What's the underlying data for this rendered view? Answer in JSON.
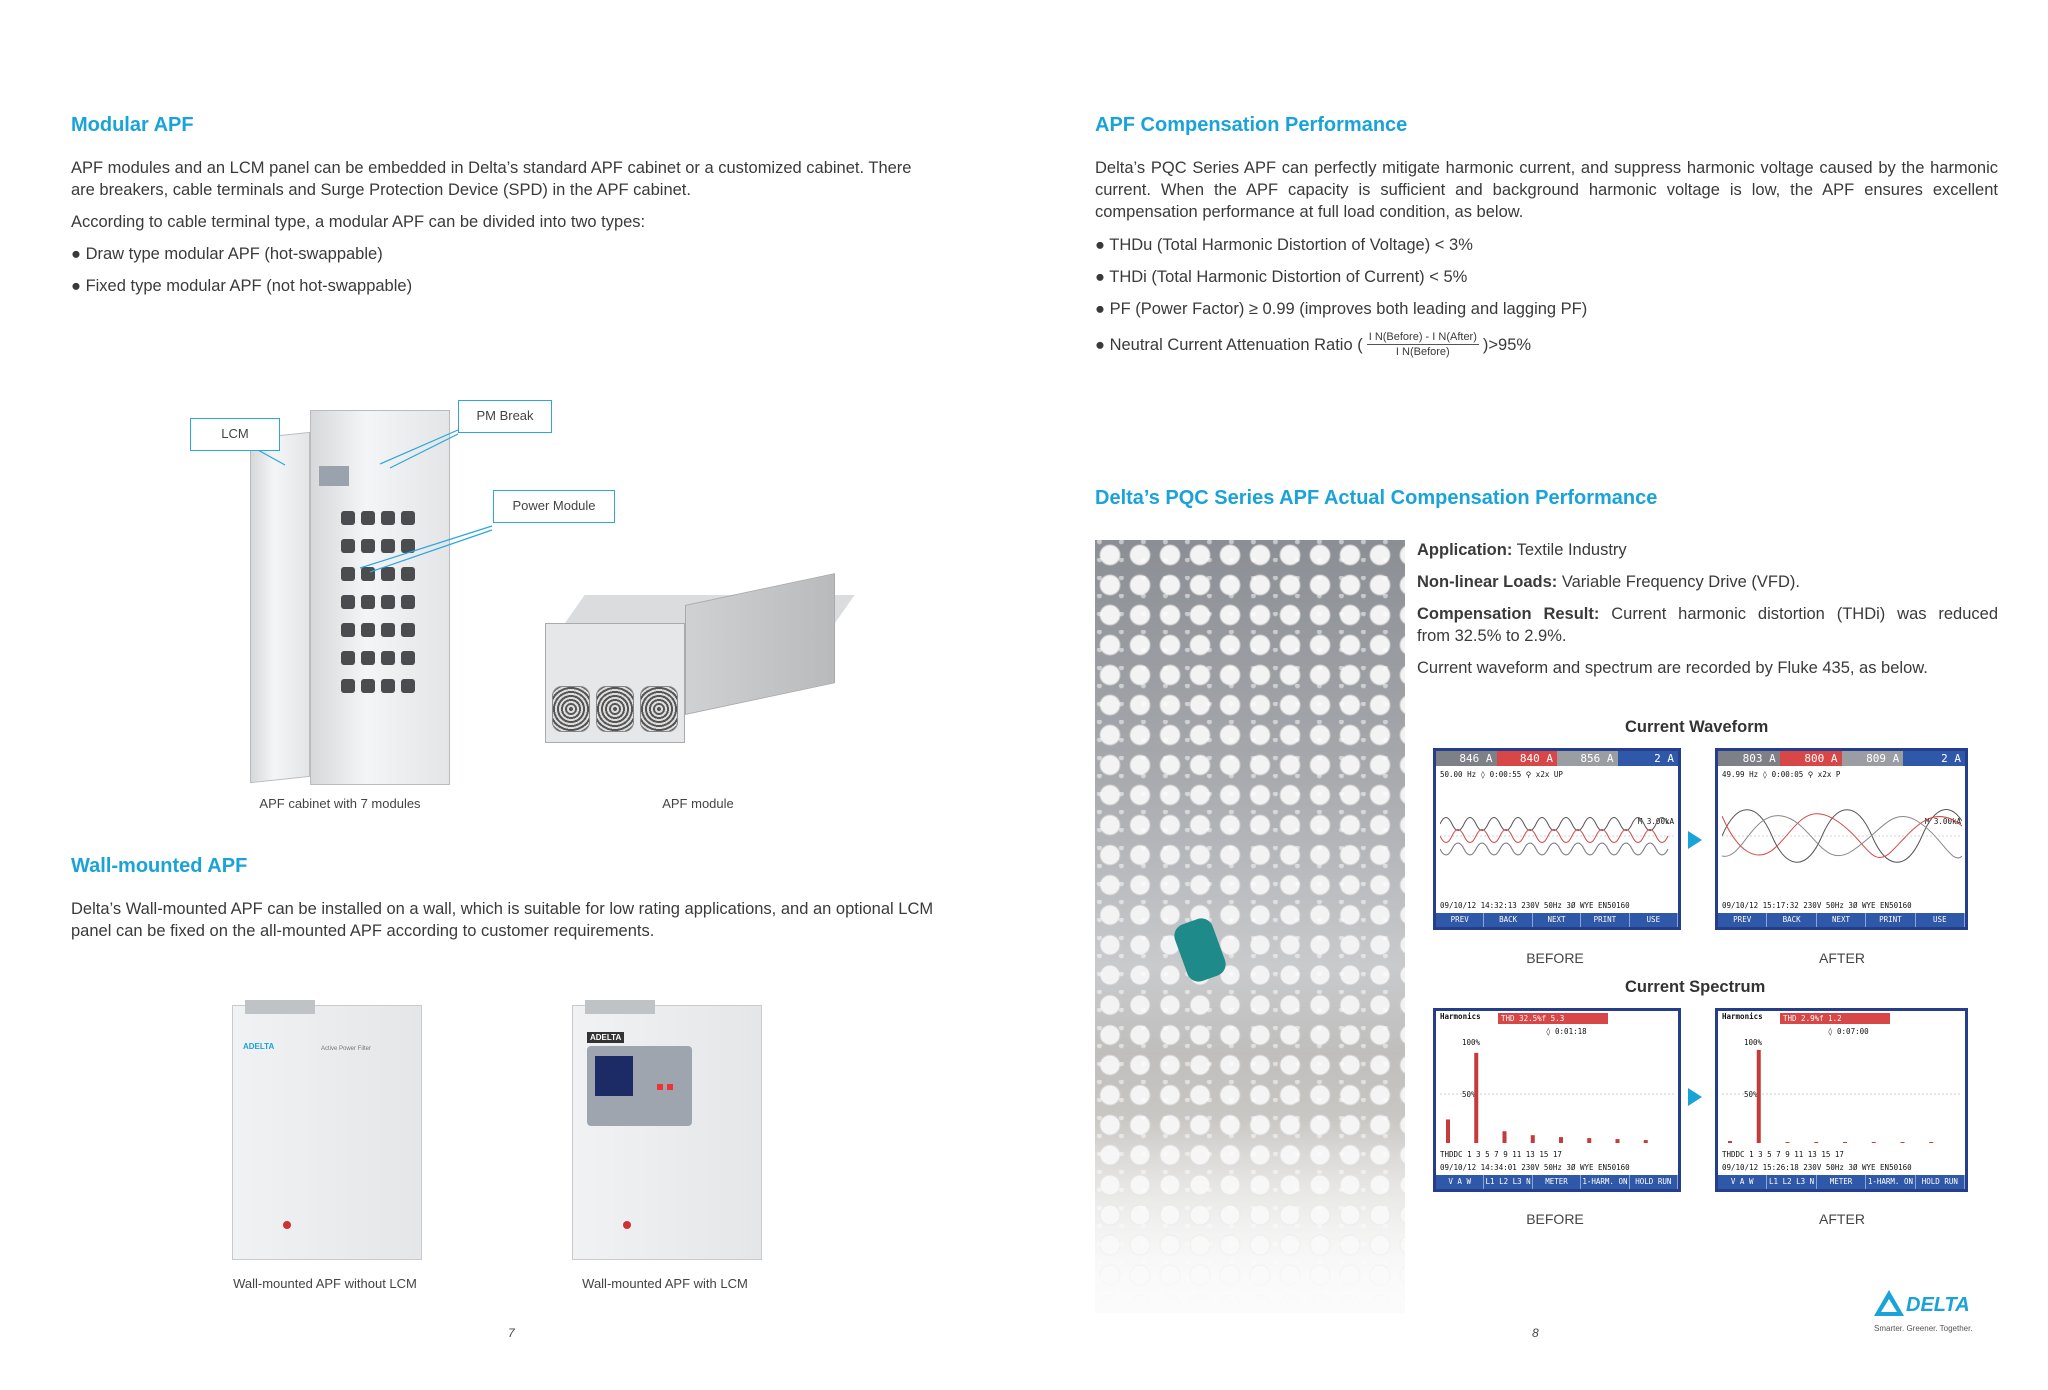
{
  "left": {
    "modular": {
      "title": "Modular APF",
      "p1_l1": "APF modules and an LCM panel can be embedded in Delta’s standard APF cabinet or a customized cabinet. There",
      "p1_l2": "are breakers, cable terminals and Surge Protection Device (SPD) in the APF cabinet.",
      "p2": "According to cable terminal type, a modular APF can be divided into two types:",
      "bullets": [
        "Draw type modular APF (hot-swappable)",
        "Fixed type modular APF (not hot-swappable)"
      ]
    },
    "callouts": {
      "lcm": "LCM",
      "pm_break": "PM Break",
      "power_module": "Power Module"
    },
    "captions": {
      "cabinet": "APF cabinet with 7 modules",
      "module": "APF module"
    },
    "wall": {
      "title": "Wall-mounted APF",
      "p_l1": "Delta’s Wall-mounted APF can be installed on a wall, which is suitable for low rating applications, and an optional LCM",
      "p_l2": "panel can be fixed on the all-mounted APF according to customer requirements.",
      "caption_without": "Wall-mounted APF without LCM",
      "caption_with": "Wall-mounted APF with LCM",
      "brand_small": "ADELTA",
      "label_small": "Active Power Filter"
    },
    "page_number": "7"
  },
  "right": {
    "comp": {
      "title": "APF Compensation Performance",
      "p_l1": "Delta’s PQC Series APF can perfectly mitigate harmonic current, and suppress harmonic voltage caused by the harmonic",
      "p_l2": "current. When the APF capacity is sufficient and background harmonic voltage is low, the APF ensures excellent",
      "p_l3": "compensation performance at full load condition, as below.",
      "bullets": [
        "THDu (Total Harmonic Distortion of Voltage) < 3%",
        "THDi  (Total Harmonic Distortion of Current) < 5%",
        "PF (Power Factor) ≥ 0.99 (improves both leading and lagging PF)"
      ],
      "ratio_prefix": "Neutral Current Attenuation Ratio (",
      "ratio_num": "I N(Before) - I N(After)",
      "ratio_den": "I N(Before)",
      "ratio_suffix": ")>95%"
    },
    "actual": {
      "title": "Delta’s PQC Series APF Actual Compensation Performance",
      "application_label": "Application:",
      "application_value": " Textile Industry",
      "loads_label": "Non-linear Loads:",
      "loads_value": " Variable Frequency Drive (VFD).",
      "result_label": "Compensation Result:",
      "result_value_l1": " Current harmonic distortion (THDi) was reduced",
      "result_value_l2": "from 32.5% to 2.9%.",
      "note": "Current waveform and spectrum are recorded by Fluke 435, as below."
    },
    "waveform": {
      "title": "Current Waveform",
      "before": {
        "top": [
          "846 A",
          "840 A",
          "856 A",
          "2 A"
        ],
        "info": "50.00 Hz        ◊ 0:00:55  ⚲ x2x UP",
        "scale": "M 3.00kA",
        "footer": "09/10/12 14:32:13    230V 50Hz 3Ø WYE   EN50160",
        "buttons": [
          "PREV",
          "BACK",
          "NEXT",
          "PRINT",
          "USE"
        ]
      },
      "after": {
        "top": [
          "803 A",
          "800 A",
          "809 A",
          "2 A"
        ],
        "info": "49.99 Hz        ◊ 0:00:05  ⚲ x2x  P",
        "scale": "M 3.00kA",
        "footer": "09/10/12 15:17:32    230V 50Hz 3Ø WYE   EN50160",
        "buttons": [
          "PREV",
          "BACK",
          "NEXT",
          "PRINT",
          "USE"
        ]
      },
      "label_before": "BEFORE",
      "label_after": "AFTER"
    },
    "spectrum": {
      "title": "Current Spectrum",
      "before": {
        "head": "Harmonics",
        "thd": "THD 32.5%f  5.3",
        "timer": "◊ 0:01:18",
        "p100": "100%",
        "p50": "50%",
        "axis": "THDDC  1   3   5   7   9   11  13  15  17",
        "footer": "09/10/12 14:34:01   230V 50Hz 3Ø WYE  EN50160",
        "buttons": [
          "V A W",
          "L1 L2 L3 N ALL",
          "METER",
          "1-HARM. ON OFF",
          "HOLD RUN"
        ],
        "bars": [
          0.24,
          0.92,
          0.12,
          0.08,
          0.06,
          0.05,
          0.04,
          0.03
        ]
      },
      "after": {
        "head": "Harmonics",
        "thd": "THD 2.9%f  1.2",
        "timer": "◊ 0:07:00",
        "p100": "100%",
        "p50": "50%",
        "axis": "THDDC  1   3   5   7   9   11  13  15  17",
        "footer": "09/10/12 15:26:18   230V 50Hz 3Ø WYE  EN50160",
        "buttons": [
          "V A W",
          "L1 L2 L3 N ALL",
          "METER",
          "1-HARM. ON OFF",
          "HOLD RUN"
        ],
        "bars": [
          0.02,
          0.95,
          0.01,
          0.01,
          0.01,
          0.01,
          0.01,
          0.01
        ]
      },
      "label_before": "BEFORE",
      "label_after": "AFTER"
    },
    "page_number": "8",
    "logo": {
      "name": "DELTA",
      "tagline": "Smarter. Greener. Together."
    }
  },
  "colors": {
    "accent": "#1aa3d9",
    "scope_frame": "#253e8c",
    "scope_bar": "#2f59a8"
  }
}
